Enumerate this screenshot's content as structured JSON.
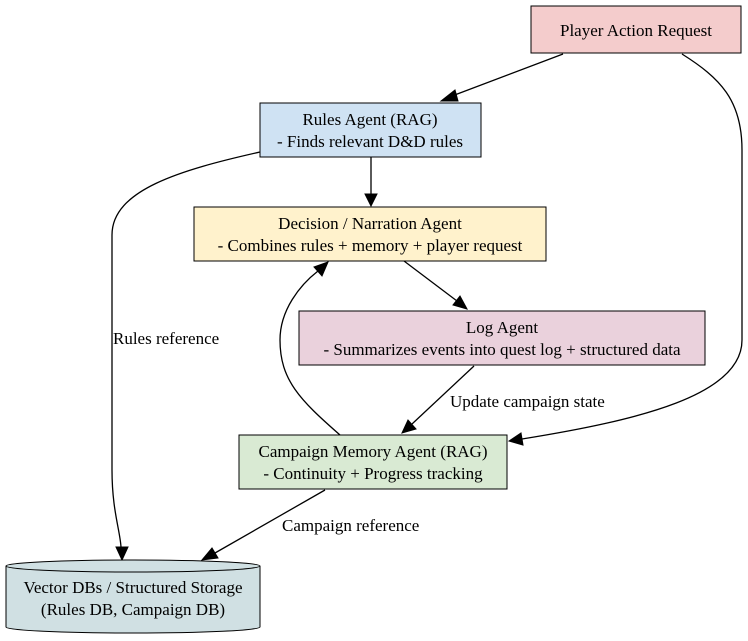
{
  "nodes": {
    "player_action": {
      "lines": [
        "Player Action Request"
      ],
      "fill": "#f4cccc"
    },
    "rules_agent": {
      "lines": [
        "Rules Agent (RAG)",
        "- Finds relevant D&D rules"
      ],
      "fill": "#cfe2f3"
    },
    "decision_agent": {
      "lines": [
        "Decision / Narration Agent",
        "- Combines rules + memory + player request"
      ],
      "fill": "#fff2cc"
    },
    "log_agent": {
      "lines": [
        "Log Agent",
        "- Summarizes events into quest log + structured data"
      ],
      "fill": "#ead1dc"
    },
    "campaign_memory": {
      "lines": [
        "Campaign Memory Agent (RAG)",
        "- Continuity + Progress tracking"
      ],
      "fill": "#d9ead3"
    },
    "vector_db": {
      "lines": [
        "Vector DBs / Structured Storage",
        "(Rules DB, Campaign DB)"
      ],
      "fill": "#d0e0e3"
    }
  },
  "edges": {
    "rules_reference": "Rules reference",
    "update_campaign_state": "Update campaign state",
    "campaign_reference": "Campaign reference"
  }
}
